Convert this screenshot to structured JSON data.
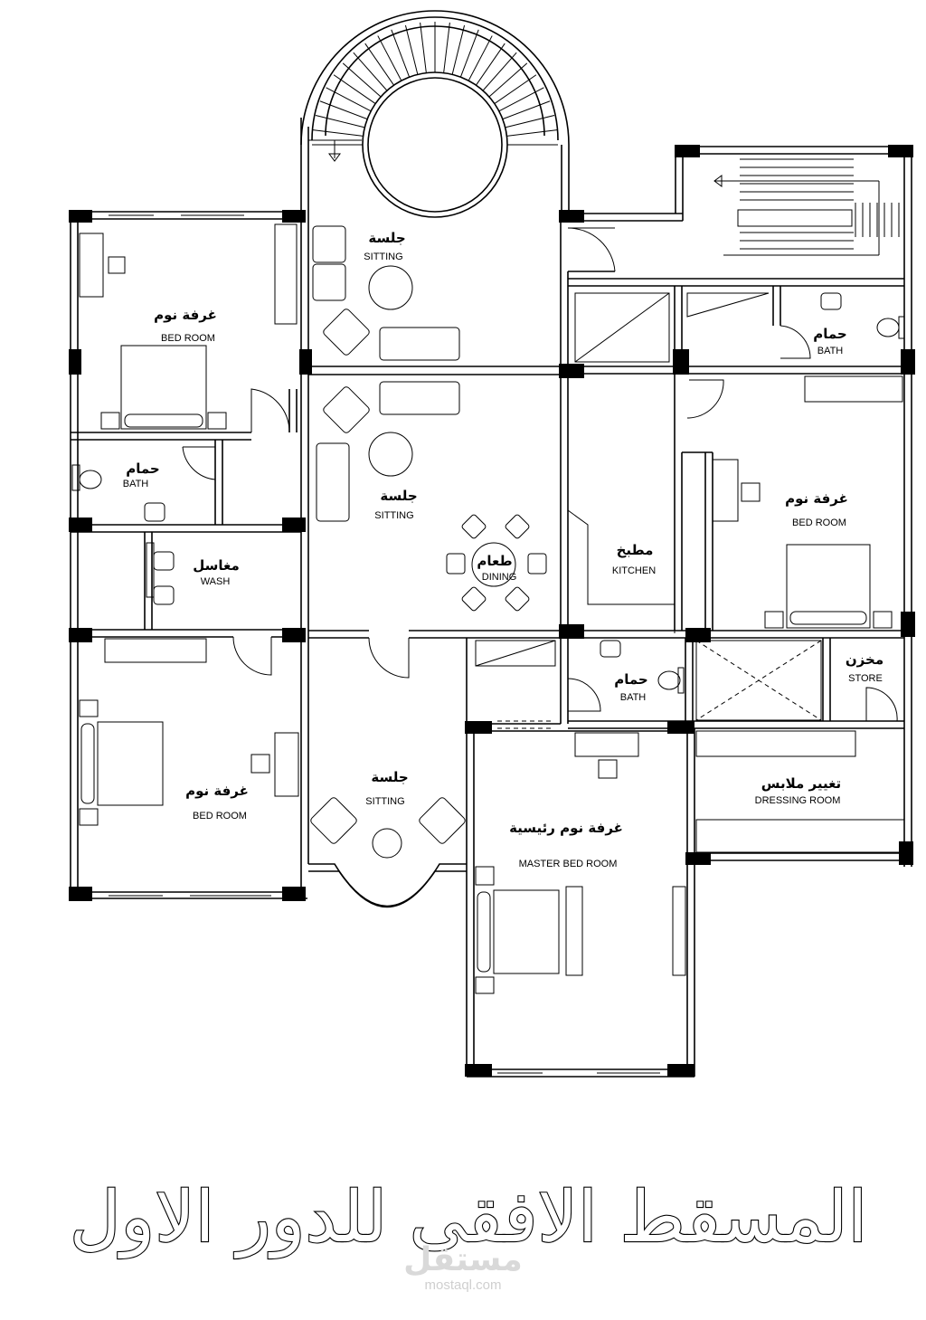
{
  "title": "المسقط الافقى للدور الاول",
  "watermark": {
    "arabic": "مستقل",
    "latin": "mostaql.com"
  },
  "rooms": {
    "sitting_top": {
      "ar": "جلسة",
      "en": "SITTING"
    },
    "sitting_middle": {
      "ar": "جلسة",
      "en": "SITTING"
    },
    "sitting_bottom": {
      "ar": "جلسة",
      "en": "SITTING"
    },
    "bedroom_top_left": {
      "ar": "غرفة نوم",
      "en": "BED ROOM"
    },
    "bedroom_bottom_left": {
      "ar": "غرفة نوم",
      "en": "BED ROOM"
    },
    "bedroom_right": {
      "ar": "غرفة نوم",
      "en": "BED ROOM"
    },
    "master_bedroom": {
      "ar": "غرفة نوم رئيسية",
      "en": "MASTER BED ROOM"
    },
    "bath_left": {
      "ar": "حمام",
      "en": "BATH"
    },
    "bath_top_right": {
      "ar": "حمام",
      "en": "BATH"
    },
    "bath_center": {
      "ar": "حمام",
      "en": "BATH"
    },
    "wash": {
      "ar": "مغاسل",
      "en": "WASH"
    },
    "dining": {
      "ar": "طعام",
      "en": "DINING"
    },
    "kitchen": {
      "ar": "مطبخ",
      "en": "KITCHEN"
    },
    "store": {
      "ar": "مخزن",
      "en": "STORE"
    },
    "dressing_room": {
      "ar": "تغيير ملابس",
      "en": "DRESSING ROOM"
    }
  }
}
